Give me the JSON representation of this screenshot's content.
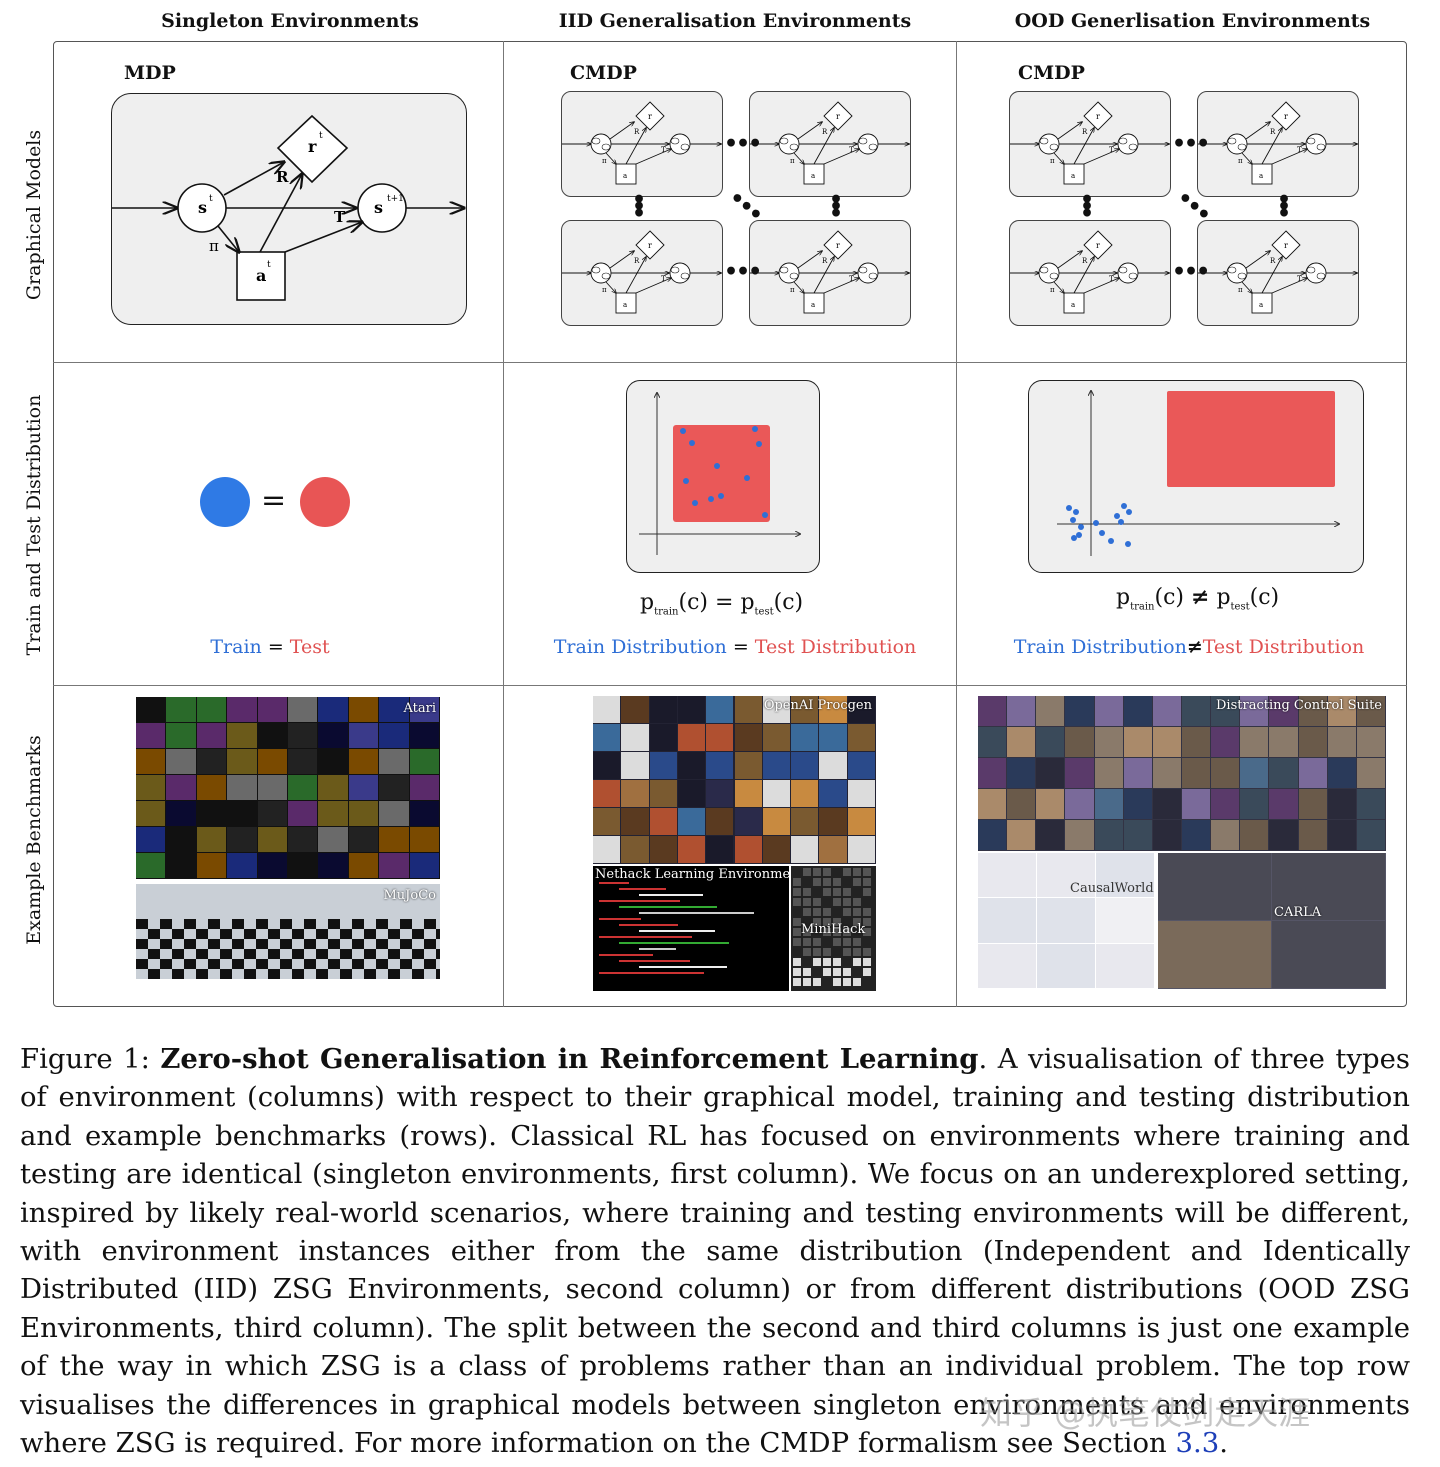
{
  "columns": [
    "Singleton Environments",
    "IID Generalisation Environments",
    "OOD Generlisation Environments"
  ],
  "rows": [
    "Graphical Models",
    "Train and Test Distribution",
    "Example Benchmarks"
  ],
  "graphical": {
    "mdp_title": "MDP",
    "cmdp_title": "CMDP",
    "nodes": {
      "s": "s",
      "s_sup": "t",
      "s_next_sup": "t+1",
      "r": "r",
      "r_sup": "t",
      "a": "a",
      "a_sup": "t"
    },
    "edges": {
      "R": "R",
      "T": "T",
      "pi": "π"
    }
  },
  "distribution": {
    "singleton_train": "Train",
    "singleton_eq": "=",
    "singleton_test": "Test",
    "p": "p",
    "c": "(c)",
    "sub_train": "train",
    "sub_test": "test",
    "eq": "=",
    "neq": "≠",
    "train_dist": "Train Distribution",
    "test_dist": "Test Distribution"
  },
  "benchmarks": {
    "atari": "Atari",
    "mujoco": "MuJoCo",
    "procgen": "OpenAI Procgen",
    "nle": "Nethack Learning Environment",
    "minihack": "MiniHack",
    "dcs": "Distracting Control Suite",
    "causalworld": "CausalWorld",
    "carla": "CARLA"
  },
  "caption": {
    "fig": "Figure 1:",
    "title": "Zero-shot Generalisation in Reinforcement Learning",
    "body1": ". A visualisation of three types of environment (columns) with respect to their graphical model, training and testing distribution and example benchmarks (rows). Classical RL has focused on environments where training and testing are identical (singleton environments, first column). We focus on an underexplored setting, inspired by likely real-world scenarios, where training and testing environments will be different, with environment instances either from the same distribution (Independent and Identically Distributed (IID) ZSG Environments, second column) or from different distributions (OOD ZSG Environments, third column). The split between the second and third columns is just one example of the way in which ZSG is a class of problems rather than an individual problem. The top row visualises the differences in graphical models between singleton environments and environments where ZSG is required. For more information on the CMDP formalism see Section ",
    "section_ref": "3.3",
    "end": "."
  },
  "watermark": "知乎 @执笔仗剑走天涯",
  "colors": {
    "train": "#2f6fd6",
    "test": "#e05252",
    "panel": "#efefef"
  }
}
